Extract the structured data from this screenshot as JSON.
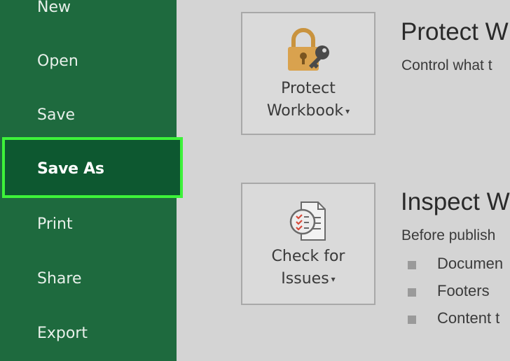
{
  "sidebar": {
    "items": [
      {
        "label": "New"
      },
      {
        "label": "Open"
      },
      {
        "label": "Save"
      },
      {
        "label": "Save As",
        "selected": true
      },
      {
        "label": "Print"
      },
      {
        "label": "Share"
      },
      {
        "label": "Export"
      }
    ],
    "highlight_color": "#3df23a",
    "background_color": "#1e6a3e"
  },
  "protect": {
    "button_line1": "Protect",
    "button_line2": "Workbook",
    "icon": "lock-key-icon",
    "title": "Protect W",
    "description": "Control what t"
  },
  "inspect": {
    "button_line1": "Check for",
    "button_line2": "Issues",
    "icon": "document-checklist-icon",
    "title": "Inspect W",
    "description": "Before publish",
    "bullets": [
      "Documen",
      "Footers",
      "Content t"
    ]
  }
}
